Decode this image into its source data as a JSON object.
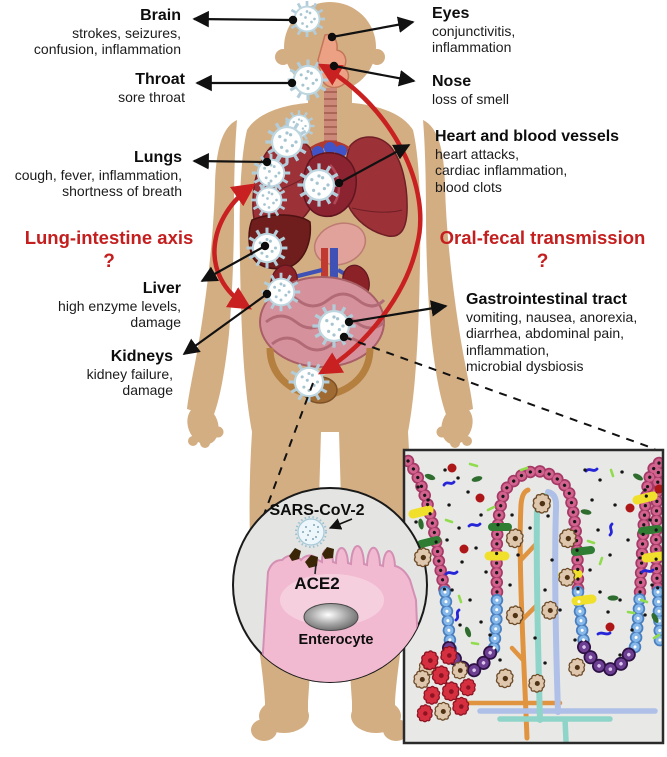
{
  "figure_type": "medical-diagram",
  "labels": {
    "brain": {
      "title": "Brain",
      "desc": "strokes, seizures,\nconfusion, inflammation"
    },
    "eyes": {
      "title": "Eyes",
      "desc": "conjunctivitis,\ninflammation"
    },
    "throat": {
      "title": "Throat",
      "desc": "sore throat"
    },
    "nose": {
      "title": "Nose",
      "desc": "loss of smell"
    },
    "lungs": {
      "title": "Lungs",
      "desc": "cough, fever, inflammation,\nshortness of breath"
    },
    "heart": {
      "title": "Heart and blood vessels",
      "desc": "heart attacks,\ncardiac inflammation,\nblood clots"
    },
    "liver": {
      "title": "Liver",
      "desc": "high enzyme levels,\ndamage"
    },
    "kidneys": {
      "title": "Kidneys",
      "desc": "kidney failure,\ndamage"
    },
    "gi": {
      "title": "Gastrointestinal tract",
      "desc": "vomiting, nausea, anorexia,\ndiarrhea, abdominal pain,\ninflammation,\nmicrobial dysbiosis"
    }
  },
  "hypotheses": {
    "lung_intestine": {
      "label": "Lung-intestine axis",
      "mark": "?"
    },
    "oral_fecal": {
      "label": "Oral-fecal transmission",
      "mark": "?"
    }
  },
  "inset": {
    "virus_label": "SARS-CoV-2",
    "receptor_label": "ACE2",
    "cell_label": "Enterocyte"
  },
  "colors": {
    "accent_red": "#c41e1e",
    "body_tan": "#d4ae83",
    "panel_bg": "#e8e8e7",
    "inset_bg": "#e4e4e2",
    "epithelium_pink": "#c8527d",
    "crypt_blue": "#7fb3e8",
    "paneth_purple": "#6d3f93",
    "virus_white": "#fefefe"
  }
}
